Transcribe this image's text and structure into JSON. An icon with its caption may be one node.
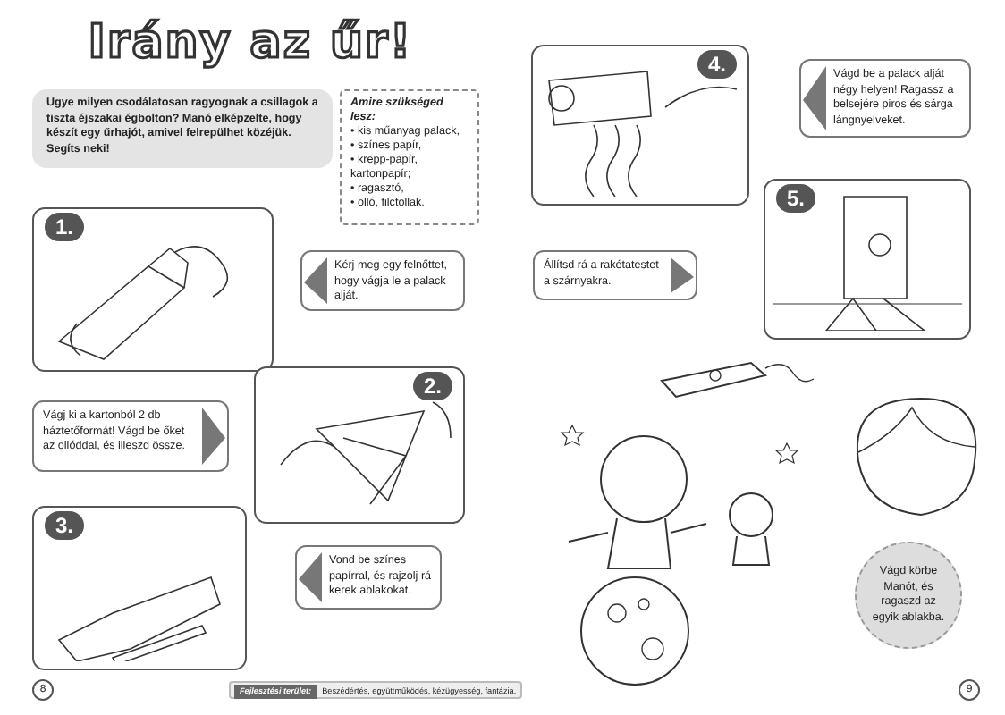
{
  "diagram": {
    "title": "Irány az űr!",
    "nodes": [
      {
        "text": [
          "Ugye milyen csodálatosan ragyognak a csillagok a tiszta éjszakai égbolton? Manó elképzelte, hogy készít egy űrhajót, amivel felrepülhet közéjük. Segíts neki!"
        ]
      },
      {
        "text": [
          "Amire szükséged lesz:",
          "• kis műanyag palack,",
          "• színes papír,",
          "• krepp-papír, kartonpapír;",
          "• ragasztó,",
          "• olló, filctollak."
        ]
      },
      {
        "text": [
          "1."
        ]
      },
      {
        "text": [
          "Kérj meg egy felnőttet, hogy vágja le a palack alját."
        ]
      },
      {
        "text": [
          "Vágj ki a kartonból 2 db háztetőformát! Vágd be őket az ollóddal, és illeszd össze."
        ]
      },
      {
        "text": [
          "2."
        ]
      },
      {
        "text": [
          "3."
        ]
      },
      {
        "text": [
          "Vond be színes papírral, és rajzolj rá kerek ablakokat."
        ]
      },
      {
        "text": [
          "4."
        ]
      },
      {
        "text": [
          "Vágd be a palack alját négy helyen! Ragassz a belsejére piros és sárga lángnyelveket."
        ]
      },
      {
        "text": [
          "Állítsd rá a rakétatestet a szárnyakra."
        ]
      },
      {
        "text": [
          "5."
        ]
      },
      {
        "text": [
          "Vágd körbe Manót, és ragaszd az egyik ablakba."
        ]
      }
    ],
    "edges": [],
    "labels": [
      "8",
      "Fejlesztési terület:",
      "Beszédértés, együttműködés, kézügyesség, fantázia.",
      "9"
    ]
  }
}
